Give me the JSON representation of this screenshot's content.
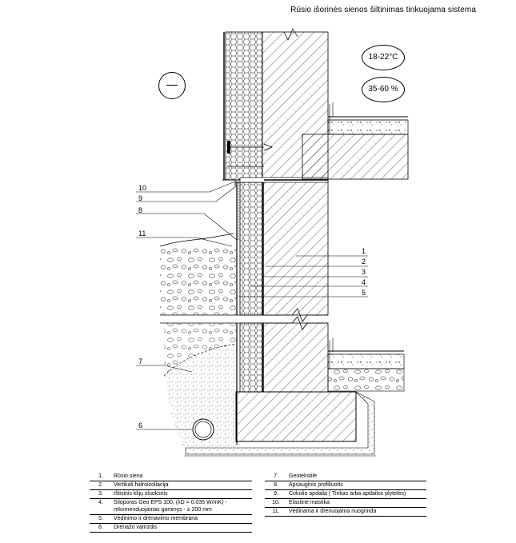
{
  "title": "Rūsio išorinės sienos šiltinimas tinkuojama sistema",
  "badges": {
    "temperature": "18-22°C",
    "humidity": "35-60 %"
  },
  "callouts_left": [
    "10",
    "9",
    "8",
    "11",
    "7",
    "6"
  ],
  "callouts_right": [
    "1",
    "2",
    "3",
    "4",
    "5"
  ],
  "legend_left": [
    {
      "num": "1.",
      "text": "Rūsio siena"
    },
    {
      "num": "2.",
      "text": "Vertikali hidroizoliacija"
    },
    {
      "num": "3.",
      "text": "Ištisinis klijų sluoksnis"
    },
    {
      "num": "4.",
      "text": "Šiloporas Geo EPS 100, (λD = 0.035 W/mK) - rekomenduojamas gaminys - ≥ 200 mm"
    },
    {
      "num": "5.",
      "text": "Vėdinimo ir drenavimo membrana"
    },
    {
      "num": "6.",
      "text": "Drenažo vamzdis"
    }
  ],
  "legend_right": [
    {
      "num": "7.",
      "text": "Geotekstilė"
    },
    {
      "num": "8.",
      "text": "Apsauginis profiliuotis"
    },
    {
      "num": "9.",
      "text": "Cokolio apdaila ( Tinkas arba apdailos plytelės)"
    },
    {
      "num": "10.",
      "text": "Elastinė mastika"
    },
    {
      "num": "11.",
      "text": "Vėdinama ir drenuojama nuogrinda"
    }
  ]
}
